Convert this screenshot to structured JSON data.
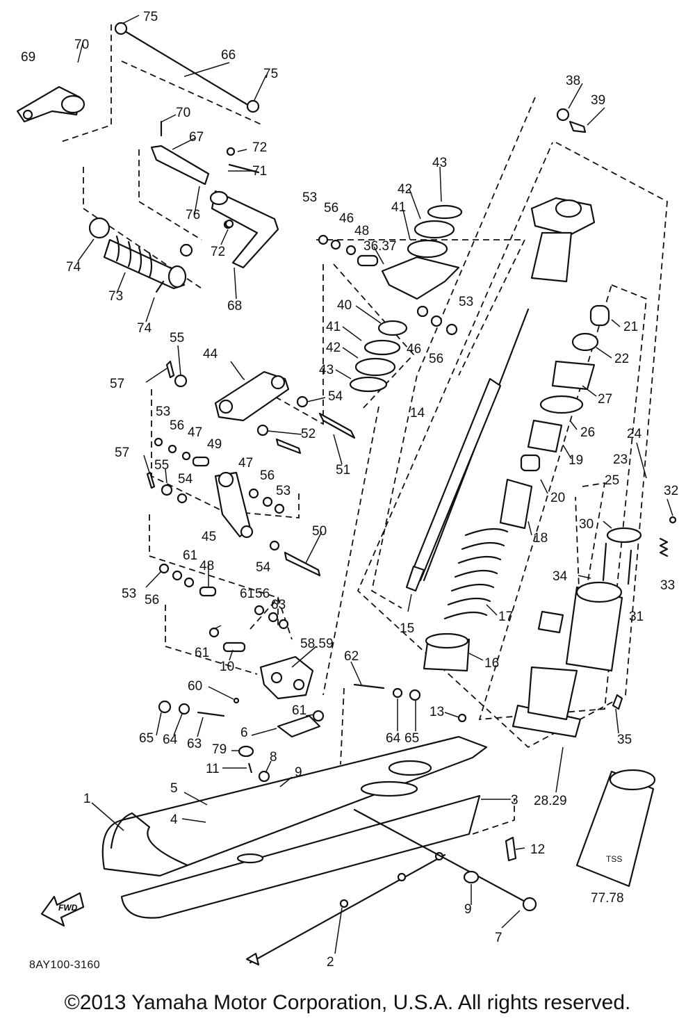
{
  "diagram": {
    "catalog_code": "8AY100-3160",
    "copyright": "©2013 Yamaha Motor Corporation, U.S.A. All rights reserved.",
    "fwd_label": "FWD",
    "shock_label": "TSS",
    "callouts": [
      "75",
      "69",
      "70",
      "66",
      "75",
      "70",
      "72",
      "67",
      "71",
      "76",
      "72",
      "74",
      "73",
      "68",
      "74",
      "43",
      "42",
      "53",
      "56",
      "46",
      "48",
      "41",
      "36.37",
      "53",
      "40",
      "46",
      "56",
      "41",
      "42",
      "43",
      "38",
      "39",
      "21",
      "22",
      "27",
      "26",
      "19",
      "20",
      "18",
      "17",
      "16",
      "15",
      "14",
      "24",
      "23",
      "25",
      "32",
      "30",
      "33",
      "34",
      "31",
      "35",
      "28.29",
      "77.78",
      "55",
      "44",
      "57",
      "54",
      "52",
      "51",
      "53",
      "56",
      "47",
      "49",
      "57",
      "55",
      "54",
      "47",
      "56",
      "53",
      "45",
      "54",
      "50",
      "53",
      "56",
      "61",
      "48",
      "61",
      "56",
      "63",
      "61",
      "10",
      "58.59",
      "62",
      "60",
      "65",
      "64",
      "63",
      "79",
      "6",
      "61",
      "64",
      "65",
      "13",
      "11",
      "8",
      "9",
      "5",
      "4",
      "1",
      "3",
      "12",
      "9",
      "7",
      "2"
    ]
  }
}
